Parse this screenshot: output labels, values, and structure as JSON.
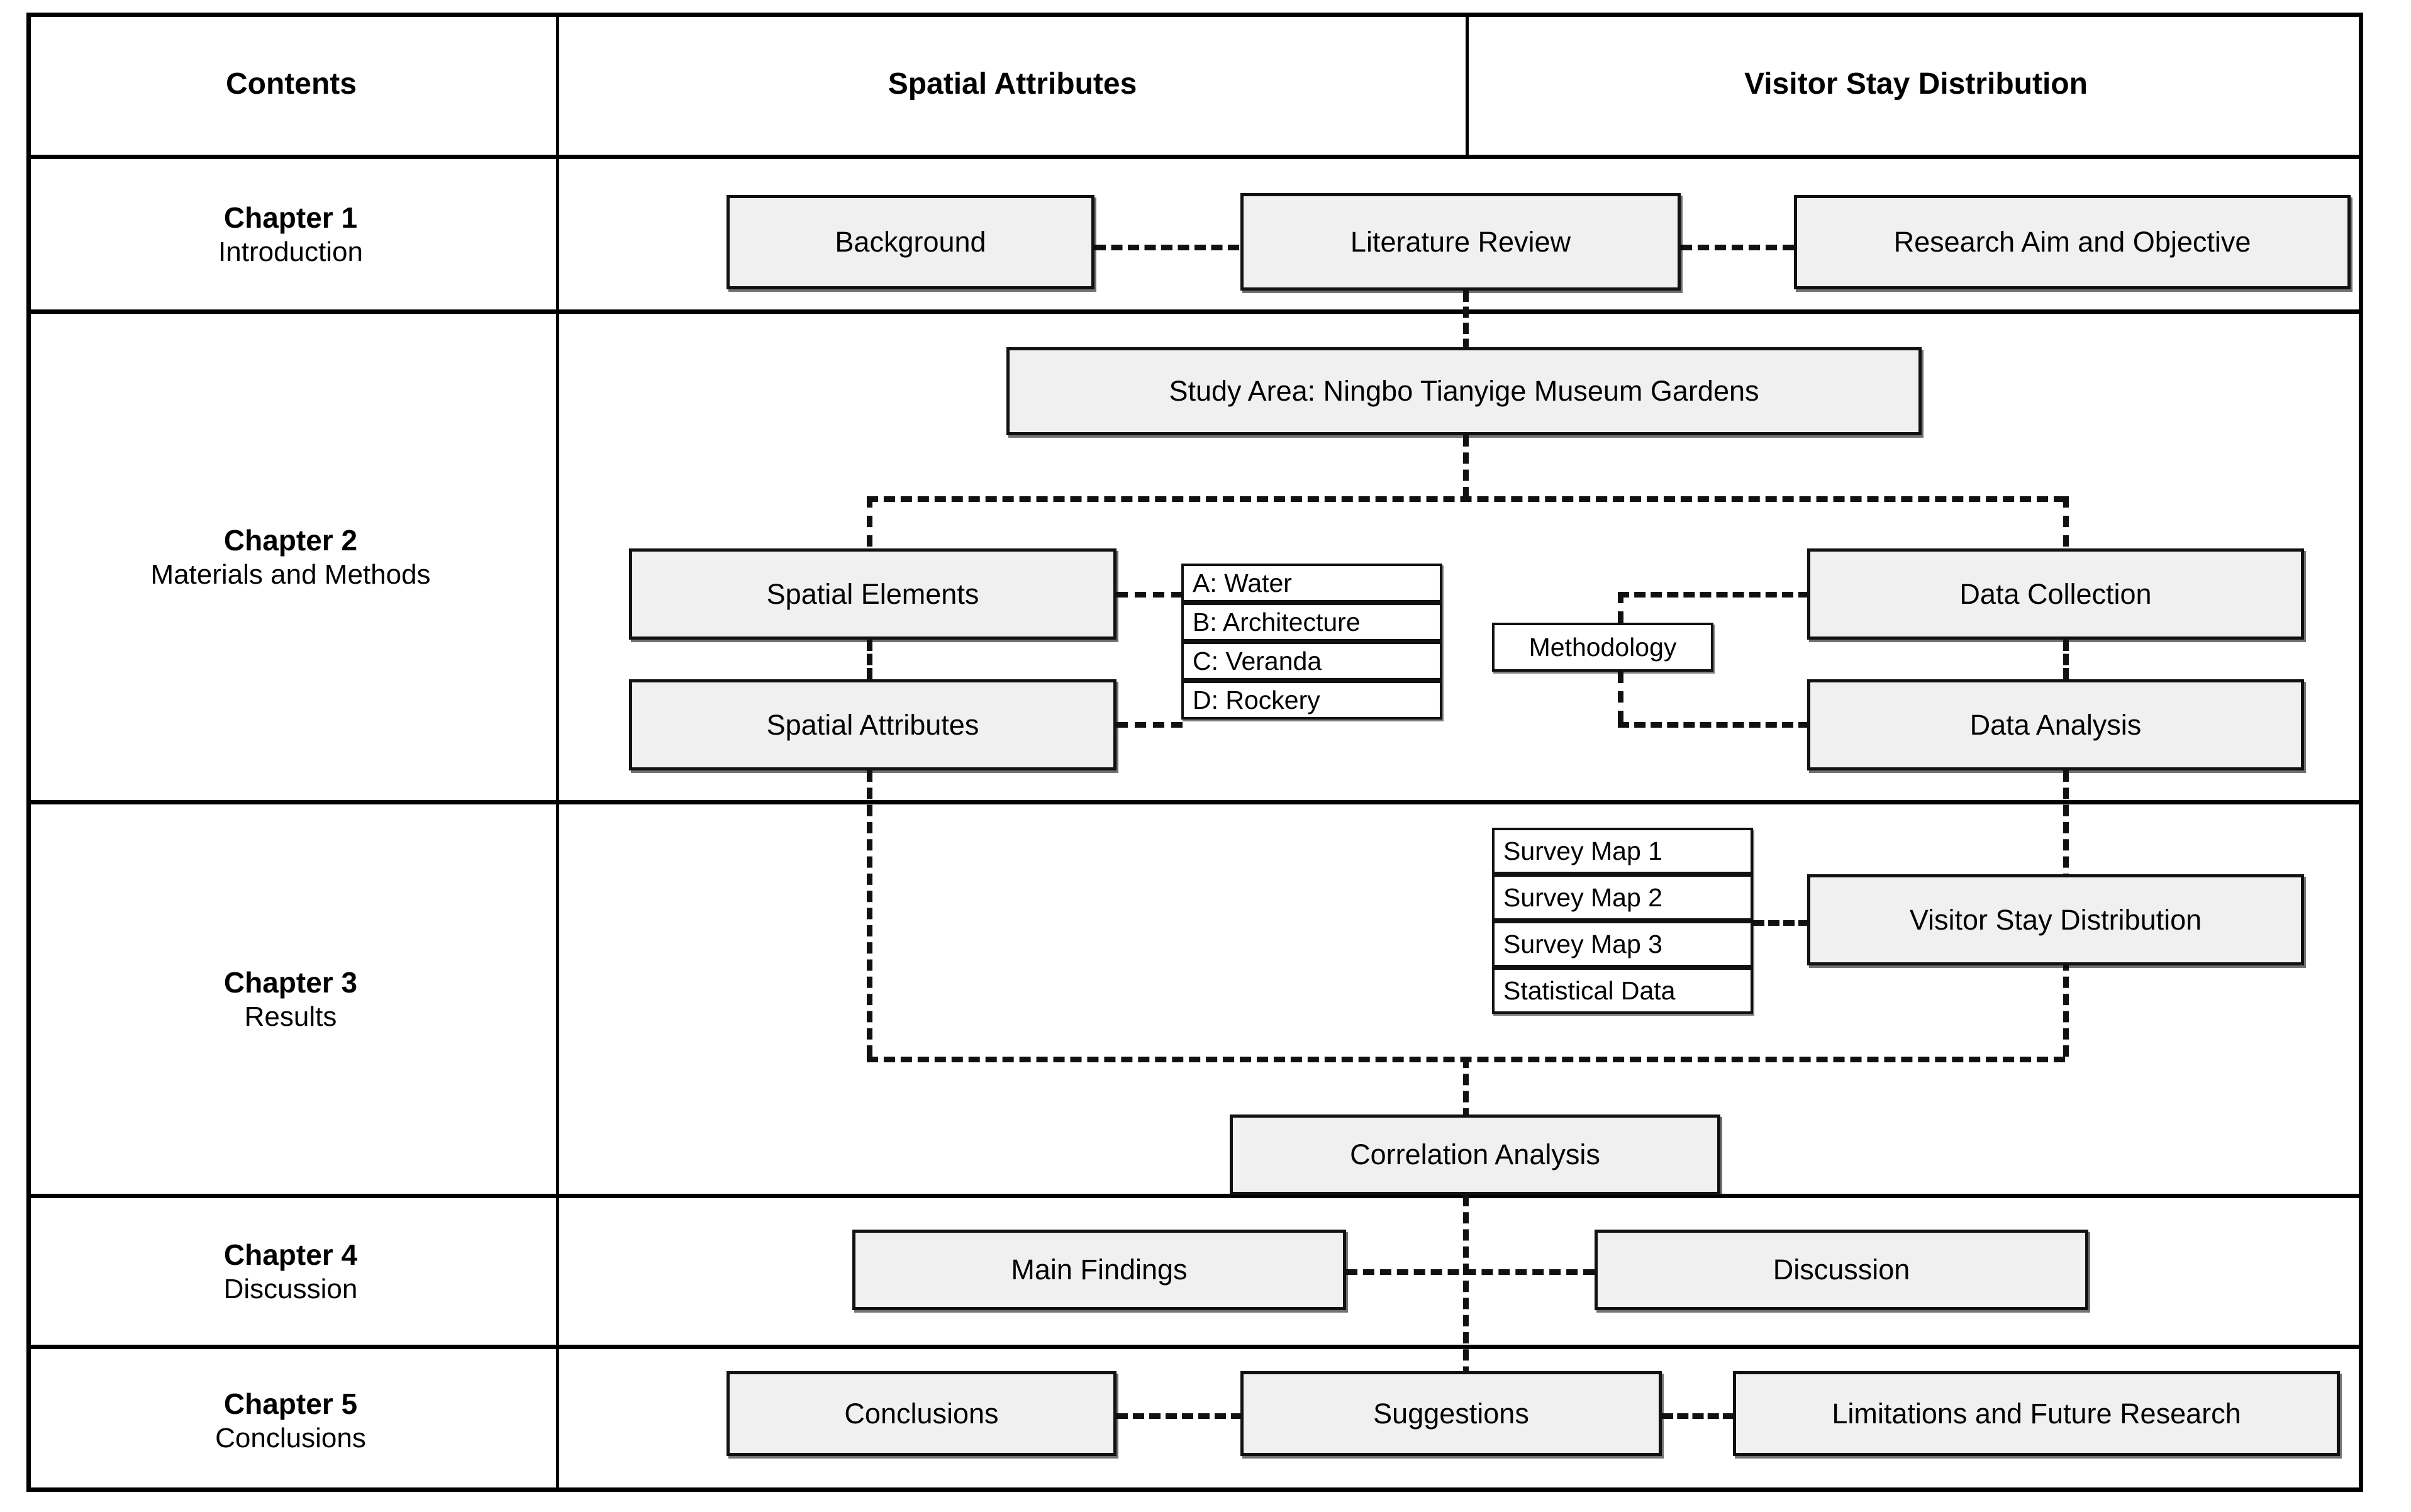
{
  "figure": {
    "type": "research-framework-flowchart",
    "accent_fill": "#f0f0f0",
    "line_color": "#111111"
  },
  "header": {
    "columns": [
      {
        "label": "Contents"
      },
      {
        "label": "Spatial Attributes"
      },
      {
        "label": "Visitor Stay Distribution"
      }
    ]
  },
  "rows": [
    {
      "chapter": "Chapter 1",
      "title": "Introduction",
      "nodes": [
        {
          "label": "Background"
        },
        {
          "label": "Literature Review"
        },
        {
          "label": "Research Aim and Objective"
        }
      ]
    },
    {
      "chapter": "Chapter 2",
      "title": "Materials and Methods",
      "nodes": [
        {
          "label": "Study Area: Ningbo Tianyige Museum Gardens"
        },
        {
          "label": "Spatial Elements"
        },
        {
          "label": "Spatial Attributes"
        },
        {
          "label": "Methodology"
        },
        {
          "label": "Data Collection"
        },
        {
          "label": "Data Analysis"
        }
      ],
      "element_list": [
        {
          "label": "A: Water"
        },
        {
          "label": "B: Architecture"
        },
        {
          "label": "C: Veranda"
        },
        {
          "label": "D: Rockery"
        }
      ]
    },
    {
      "chapter": "Chapter 3",
      "title": "Results",
      "nodes": [
        {
          "label": "Visitor Stay Distribution"
        },
        {
          "label": "Correlation Analysis"
        }
      ],
      "survey_list": [
        {
          "label": "Survey Map 1"
        },
        {
          "label": "Survey Map 2"
        },
        {
          "label": "Survey Map 3"
        },
        {
          "label": "Statistical Data"
        }
      ]
    },
    {
      "chapter": "Chapter 4",
      "title": "Discussion",
      "nodes": [
        {
          "label": "Main Findings"
        },
        {
          "label": "Discussion"
        }
      ]
    },
    {
      "chapter": "Chapter 5",
      "title": "Conclusions",
      "nodes": [
        {
          "label": "Conclusions"
        },
        {
          "label": "Suggestions"
        },
        {
          "label": "Limitations and Future Research"
        }
      ]
    }
  ]
}
